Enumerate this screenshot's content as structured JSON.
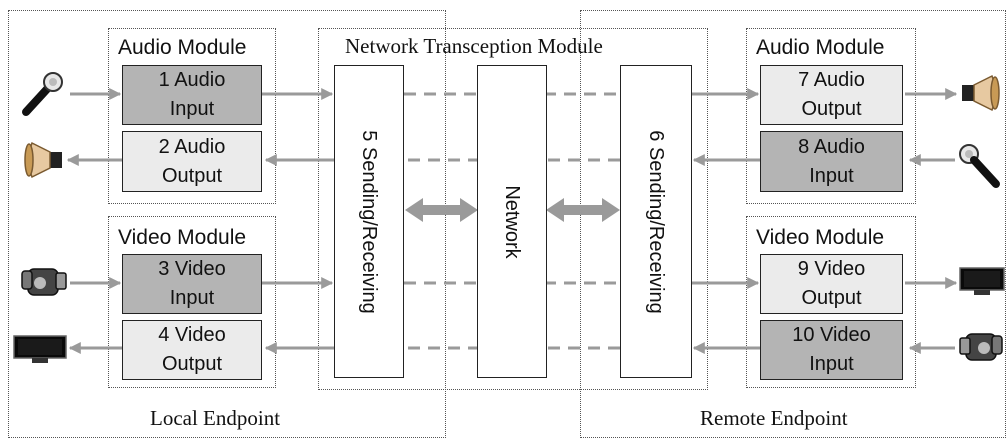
{
  "groups": {
    "local_endpoint": "Local Endpoint",
    "remote_endpoint": "Remote Endpoint",
    "network_module": "Network Transception Module",
    "local_audio_module": "Audio Module",
    "local_video_module": "Video Module",
    "remote_audio_module": "Audio Module",
    "remote_video_module": "Video Module"
  },
  "boxes": {
    "b1": {
      "line1": "1 Audio",
      "line2": "Input"
    },
    "b2": {
      "line1": "2 Audio",
      "line2": "Output"
    },
    "b3": {
      "line1": "3 Video",
      "line2": "Input"
    },
    "b4": {
      "line1": "4 Video",
      "line2": "Output"
    },
    "b7": {
      "line1": "7 Audio",
      "line2": "Output"
    },
    "b8": {
      "line1": "8 Audio",
      "line2": "Input"
    },
    "b9": {
      "line1": "9 Video",
      "line2": "Output"
    },
    "b10": {
      "line1": "10 Video",
      "line2": "Input"
    }
  },
  "columns": {
    "c5": "5 Sending/Receiving",
    "network": "Network",
    "c6": "6 Sending/Receiving"
  },
  "icons": {
    "local_mic": "microphone-icon",
    "local_speaker": "speaker-icon",
    "local_camera": "video-camera-icon",
    "local_monitor": "monitor-icon",
    "remote_speaker": "speaker-icon",
    "remote_mic": "microphone-icon",
    "remote_monitor": "monitor-icon",
    "remote_camera": "video-camera-icon"
  },
  "colors": {
    "input_box": "#b4b4b4",
    "output_box": "#ebebeb",
    "arrow": "#9a9a9a",
    "dotted_border": "#555555"
  }
}
